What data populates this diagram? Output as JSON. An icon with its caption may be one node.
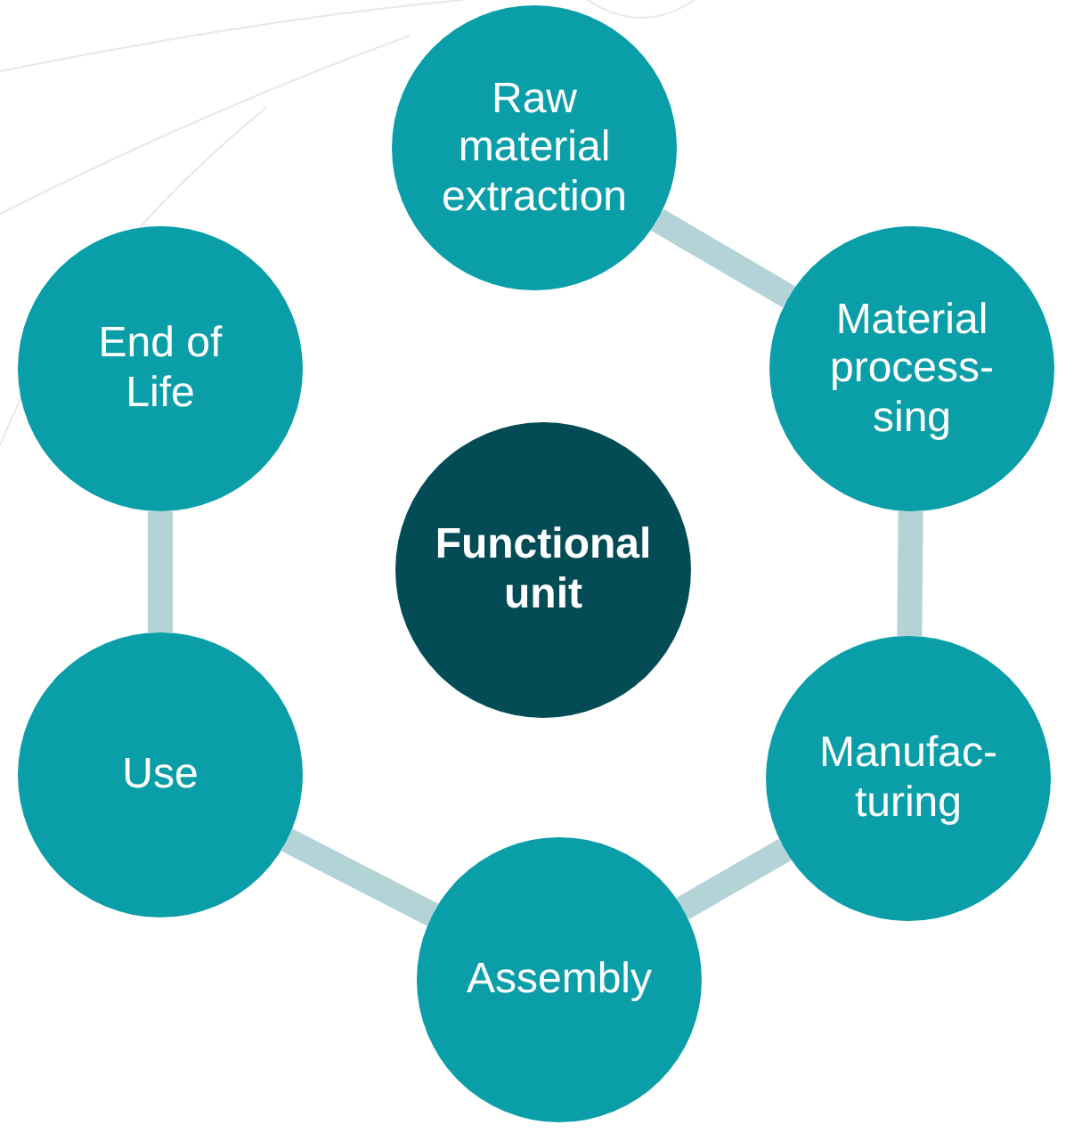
{
  "diagram": {
    "nodes": [
      {
        "text": [
          "Raw material extraction"
        ]
      },
      {
        "text": [
          "Material process- sing"
        ]
      },
      {
        "text": [
          "Manufac- turing"
        ]
      },
      {
        "text": [
          "Assembly"
        ]
      },
      {
        "text": [
          "Use"
        ]
      },
      {
        "text": [
          "End of Life"
        ]
      },
      {
        "text": [
          "Functional unit"
        ]
      }
    ],
    "edges": [
      {
        "from": 0,
        "to": 1,
        "arrow": "none"
      },
      {
        "from": 1,
        "to": 2,
        "arrow": "none"
      },
      {
        "from": 2,
        "to": 3,
        "arrow": "none"
      },
      {
        "from": 3,
        "to": 4,
        "arrow": "none"
      },
      {
        "from": 4,
        "to": 5,
        "arrow": "none"
      }
    ]
  }
}
